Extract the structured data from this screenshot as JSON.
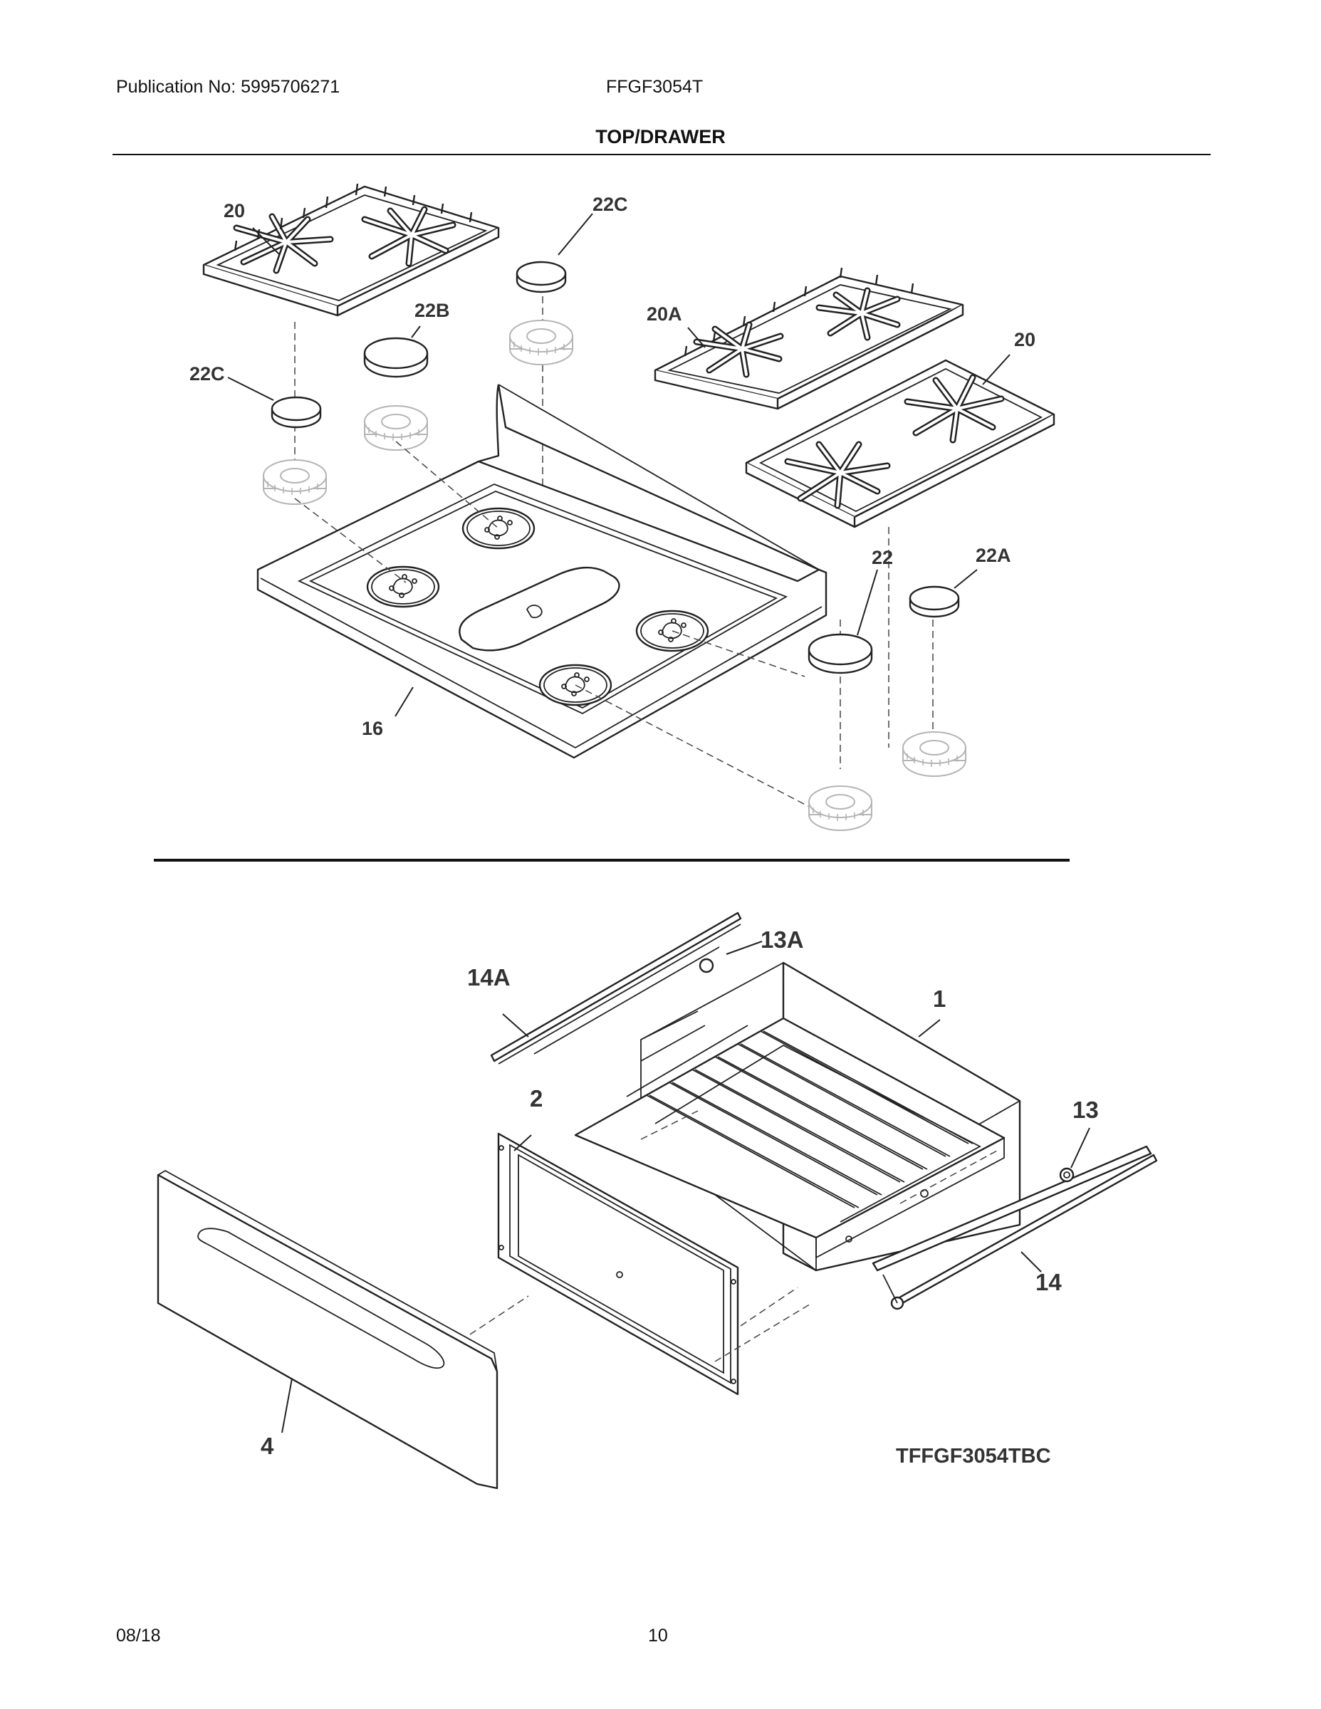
{
  "header": {
    "publication": "Publication No: 5995706271",
    "model": "FFGF3054T",
    "section_title": "TOP/DRAWER"
  },
  "callouts": {
    "top": [
      {
        "id": "20-left",
        "text": "20"
      },
      {
        "id": "22C-top",
        "text": "22C"
      },
      {
        "id": "22B",
        "text": "22B"
      },
      {
        "id": "22C-left",
        "text": "22C"
      },
      {
        "id": "20A",
        "text": "20A"
      },
      {
        "id": "20-right",
        "text": "20"
      },
      {
        "id": "22",
        "text": "22"
      },
      {
        "id": "22A",
        "text": "22A"
      },
      {
        "id": "16",
        "text": "16"
      }
    ],
    "drawer": [
      {
        "id": "13A",
        "text": "13A"
      },
      {
        "id": "14A",
        "text": "14A"
      },
      {
        "id": "1",
        "text": "1"
      },
      {
        "id": "2",
        "text": "2"
      },
      {
        "id": "13",
        "text": "13"
      },
      {
        "id": "14",
        "text": "14"
      },
      {
        "id": "4",
        "text": "4"
      }
    ]
  },
  "diagram_code": "TFFGF3054TBC",
  "footer": {
    "date": "08/18",
    "page": "10"
  }
}
